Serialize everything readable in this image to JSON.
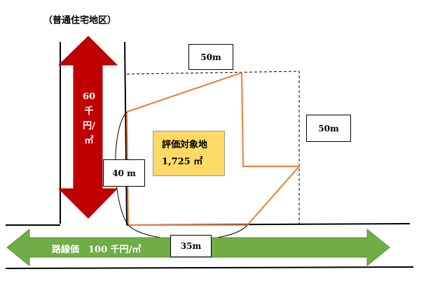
{
  "zone_label": "（普通住宅地区）",
  "dims": {
    "top": "50m",
    "right": "50m",
    "left": "40 m",
    "bottom": "35m"
  },
  "subject": {
    "name": "評価対象地",
    "area": "1,725 ㎡"
  },
  "side_road_price": {
    "value": "60",
    "unit_1": "千",
    "unit_2": "円/",
    "unit_3": "㎡"
  },
  "front_road": {
    "label": "路線価　100 千円/㎡"
  },
  "colors": {
    "side_road_arrow": "#c00000",
    "front_road_arrow": "#70ad47",
    "lot_outline": "#ed7d31",
    "subject_fill": "#ffd966"
  }
}
